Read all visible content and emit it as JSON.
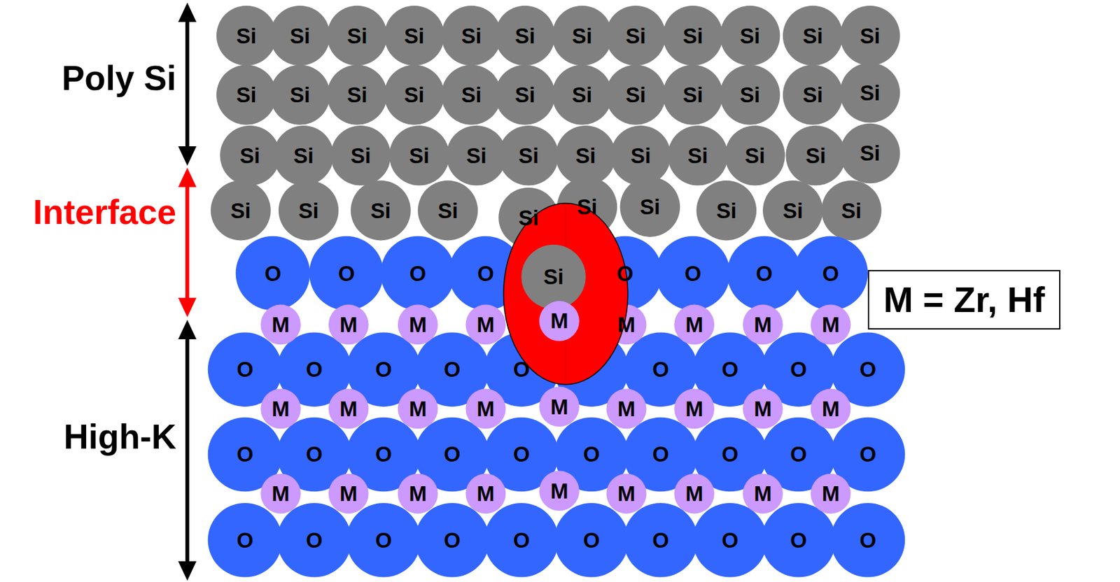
{
  "diagram": {
    "nodes": [
      {
        "text": [
          "Si"
        ]
      },
      {
        "text": [
          "Si"
        ]
      },
      {
        "text": [
          "Si"
        ]
      },
      {
        "text": [
          "Si"
        ]
      },
      {
        "text": [
          "Si"
        ]
      },
      {
        "text": [
          "Si"
        ]
      },
      {
        "text": [
          "Si"
        ]
      },
      {
        "text": [
          "Si"
        ]
      },
      {
        "text": [
          "Si"
        ]
      },
      {
        "text": [
          "Si"
        ]
      },
      {
        "text": [
          "Si"
        ]
      },
      {
        "text": [
          "Si"
        ]
      },
      {
        "text": [
          "Si"
        ]
      },
      {
        "text": [
          "Si"
        ]
      },
      {
        "text": [
          "Si"
        ]
      },
      {
        "text": [
          "Si"
        ]
      },
      {
        "text": [
          "Si"
        ]
      },
      {
        "text": [
          "Si"
        ]
      },
      {
        "text": [
          "Si"
        ]
      },
      {
        "text": [
          "Si"
        ]
      },
      {
        "text": [
          "Si"
        ]
      },
      {
        "text": [
          "Si"
        ]
      },
      {
        "text": [
          "Si"
        ]
      },
      {
        "text": [
          "Si"
        ]
      },
      {
        "text": [
          "Si"
        ]
      },
      {
        "text": [
          "Si"
        ]
      },
      {
        "text": [
          "Si"
        ]
      },
      {
        "text": [
          "Si"
        ]
      },
      {
        "text": [
          "Si"
        ]
      },
      {
        "text": [
          "Si"
        ]
      },
      {
        "text": [
          "Si"
        ]
      },
      {
        "text": [
          "Si"
        ]
      },
      {
        "text": [
          "Si"
        ]
      },
      {
        "text": [
          "Si"
        ]
      },
      {
        "text": [
          "Si"
        ]
      },
      {
        "text": [
          "Si"
        ]
      },
      {
        "text": [
          "Si"
        ]
      },
      {
        "text": [
          "Si"
        ]
      },
      {
        "text": [
          "Si"
        ]
      },
      {
        "text": [
          "Si"
        ]
      },
      {
        "text": [
          "Si"
        ]
      },
      {
        "text": [
          "Si"
        ]
      },
      {
        "text": [
          "Si"
        ]
      },
      {
        "text": [
          "Si"
        ]
      },
      {
        "text": [
          "Si"
        ]
      },
      {
        "text": [
          "Si"
        ]
      },
      {
        "text": [
          "O"
        ]
      },
      {
        "text": [
          "O"
        ]
      },
      {
        "text": [
          "O"
        ]
      },
      {
        "text": [
          "O"
        ]
      },
      {
        "text": [
          "Si"
        ]
      },
      {
        "text": [
          "O"
        ]
      },
      {
        "text": [
          "O"
        ]
      },
      {
        "text": [
          "O"
        ]
      },
      {
        "text": [
          "O"
        ]
      },
      {
        "text": [
          "M"
        ]
      },
      {
        "text": [
          "M"
        ]
      },
      {
        "text": [
          "M"
        ]
      },
      {
        "text": [
          "M"
        ]
      },
      {
        "text": [
          "M"
        ]
      },
      {
        "text": [
          "M"
        ]
      },
      {
        "text": [
          "M"
        ]
      },
      {
        "text": [
          "M"
        ]
      },
      {
        "text": [
          "M"
        ]
      },
      {
        "text": [
          "O"
        ]
      },
      {
        "text": [
          "O"
        ]
      },
      {
        "text": [
          "O"
        ]
      },
      {
        "text": [
          "O"
        ]
      },
      {
        "text": [
          "O"
        ]
      },
      {
        "text": [
          "O"
        ]
      },
      {
        "text": [
          "O"
        ]
      },
      {
        "text": [
          "O"
        ]
      },
      {
        "text": [
          "O"
        ]
      },
      {
        "text": [
          "M"
        ]
      },
      {
        "text": [
          "M"
        ]
      },
      {
        "text": [
          "M"
        ]
      },
      {
        "text": [
          "M"
        ]
      },
      {
        "text": [
          "M"
        ]
      },
      {
        "text": [
          "M"
        ]
      },
      {
        "text": [
          "M"
        ]
      },
      {
        "text": [
          "M"
        ]
      },
      {
        "text": [
          "M"
        ]
      },
      {
        "text": [
          "O"
        ]
      },
      {
        "text": [
          "O"
        ]
      },
      {
        "text": [
          "O"
        ]
      },
      {
        "text": [
          "O"
        ]
      },
      {
        "text": [
          "O"
        ]
      },
      {
        "text": [
          "O"
        ]
      },
      {
        "text": [
          "O"
        ]
      },
      {
        "text": [
          "O"
        ]
      },
      {
        "text": [
          "O"
        ]
      },
      {
        "text": [
          "O"
        ]
      },
      {
        "text": [
          "M"
        ]
      },
      {
        "text": [
          "M"
        ]
      },
      {
        "text": [
          "M"
        ]
      },
      {
        "text": [
          "M"
        ]
      },
      {
        "text": [
          "M"
        ]
      },
      {
        "text": [
          "M"
        ]
      },
      {
        "text": [
          "M"
        ]
      },
      {
        "text": [
          "M"
        ]
      },
      {
        "text": [
          "M"
        ]
      },
      {
        "text": [
          "O"
        ]
      },
      {
        "text": [
          "O"
        ]
      },
      {
        "text": [
          "O"
        ]
      },
      {
        "text": [
          "O"
        ]
      },
      {
        "text": [
          "O"
        ]
      },
      {
        "text": [
          "O"
        ]
      },
      {
        "text": [
          "O"
        ]
      },
      {
        "text": [
          "O"
        ]
      },
      {
        "text": [
          "O"
        ]
      },
      {
        "text": [
          "O"
        ]
      },
      {
        "text": [
          "M = Zr, Hf"
        ]
      }
    ],
    "labels": [
      "Poly Si",
      "Interface",
      "High-K"
    ]
  }
}
